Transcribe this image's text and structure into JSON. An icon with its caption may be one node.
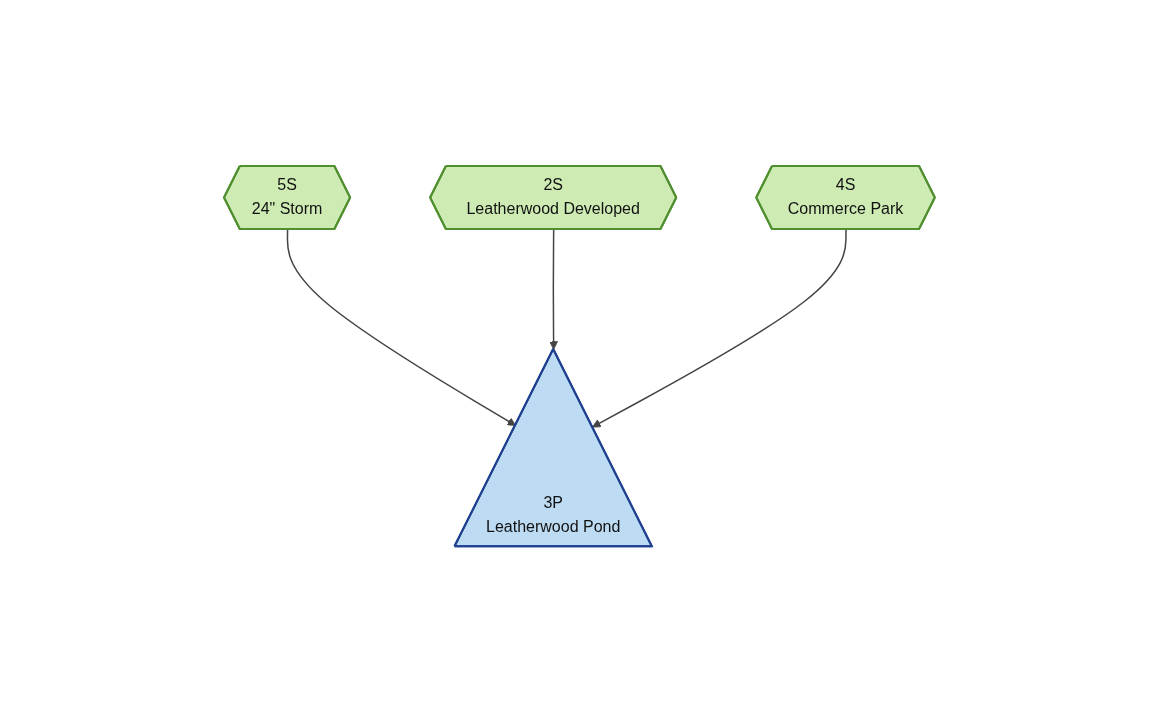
{
  "diagram": {
    "nodes": [
      {
        "text": [
          "2S",
          "Leatherwood Developed"
        ]
      },
      {
        "text": [
          "4S",
          "Commerce Park"
        ]
      },
      {
        "text": [
          "5S",
          "24\" Storm"
        ]
      },
      {
        "text": [
          "3P",
          "Leatherwood Pond"
        ]
      }
    ],
    "edges": [
      {
        "from": 2,
        "to": 3,
        "arrow": "to"
      },
      {
        "from": 0,
        "to": 3,
        "arrow": "to"
      },
      {
        "from": 1,
        "to": 3,
        "arrow": "to"
      }
    ]
  }
}
